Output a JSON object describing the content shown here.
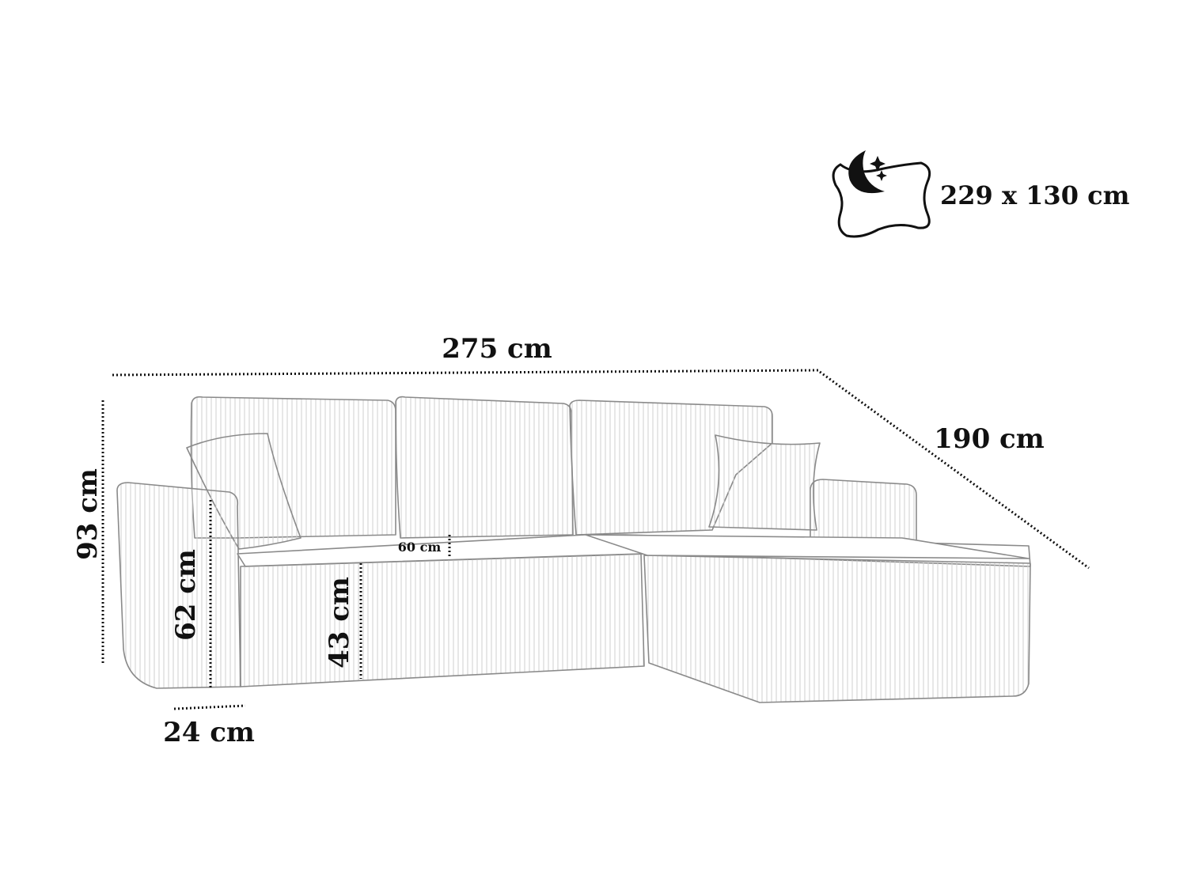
{
  "colors": {
    "ink": "#111111",
    "sketch": "#8a8a8a",
    "background": "#ffffff"
  },
  "bed_badge": {
    "icon": "bed-moon-stars-icon",
    "label": "229 x 130 cm"
  },
  "dimensions": {
    "total_width": "275 cm",
    "chaise_depth": "190 cm",
    "total_height": "93 cm",
    "armrest_height": "62 cm",
    "seat_height": "43 cm",
    "seat_back_depth": "60 cm",
    "armrest_width": "24 cm"
  }
}
